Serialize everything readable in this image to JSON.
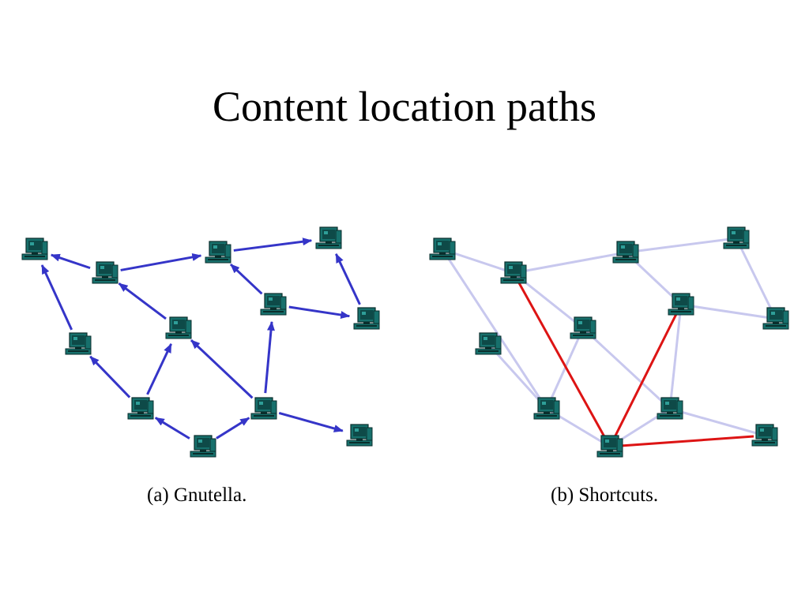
{
  "title": "Content location paths",
  "colors": {
    "arrow": "#3535c8",
    "faint_link": "#c8c8ee",
    "shortcut": "#dd1414",
    "computer_body": "#17706c",
    "computer_dark": "#0a2e2c",
    "computer_screen": "#0e4a48"
  },
  "panel_a": {
    "caption": "(a) Gnutella.",
    "network": "gnutella",
    "icon": "computer-icon",
    "edges": "directed query arrows"
  },
  "panel_b": {
    "caption": "(b) Shortcuts.",
    "network": "shortcuts",
    "icon": "computer-icon",
    "edges": "faint overlay links with red shortcut links"
  }
}
